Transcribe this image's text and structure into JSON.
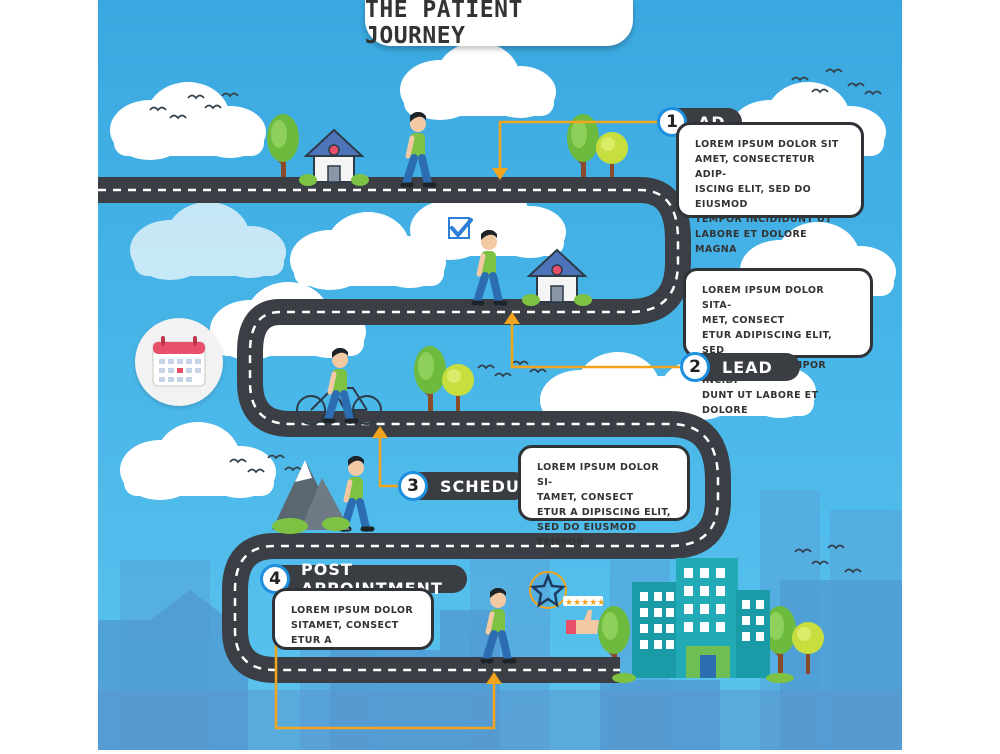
{
  "title": "THE PATIENT JOURNEY",
  "steps": [
    {
      "number": "1",
      "label": "AD",
      "text": "LOREM IPSUM DOLOR SIT\nAMET, CONSECTETUR ADIP-\nISCING ELIT, SED DO EIUSMOD\nTEMPOR INCIDIDUNT UT\nLABORE ET DOLORE MAGNA"
    },
    {
      "number": "2",
      "label": "LEAD",
      "text": "LOREM IPSUM DOLOR SITA-\nMET, CONSECT\nETUR ADIPISCING ELIT, SED\nDO EIUSMOD TEMPOR INCIDI-\nDUNT UT LABORE ET DOLORE"
    },
    {
      "number": "3",
      "label": "SCHEDULE",
      "text": "LOREM IPSUM DOLOR SI-\nTAMET, CONSECT\nETUR A DIPISCING ELIT,\nSED DO EIUSMOD TEMPOR"
    },
    {
      "number": "4",
      "label": "POST APPOINTMENT",
      "text": "LOREM IPSUM DOLOR\nSITAMET, CONSECT\nETUR A"
    }
  ],
  "colors": {
    "sky": "#3fb0e6",
    "road": "#3b3f45",
    "road_dash": "#ffffff",
    "arrow": "#f2a41c",
    "number_ring": "#1d8fe0",
    "label_bg": "#3a3d41",
    "shirt": "#7dc242",
    "pants": "#2c6db2",
    "hospital": "#1a9ba8"
  },
  "icons": [
    "house-icon",
    "checkmark-icon",
    "calendar-icon",
    "bicycle-icon",
    "mountain-icon",
    "star-icon",
    "rating-stars-icon",
    "thumbs-up-icon",
    "hospital-building-icon",
    "tree-icon",
    "bird-icon",
    "cloud-icon"
  ]
}
